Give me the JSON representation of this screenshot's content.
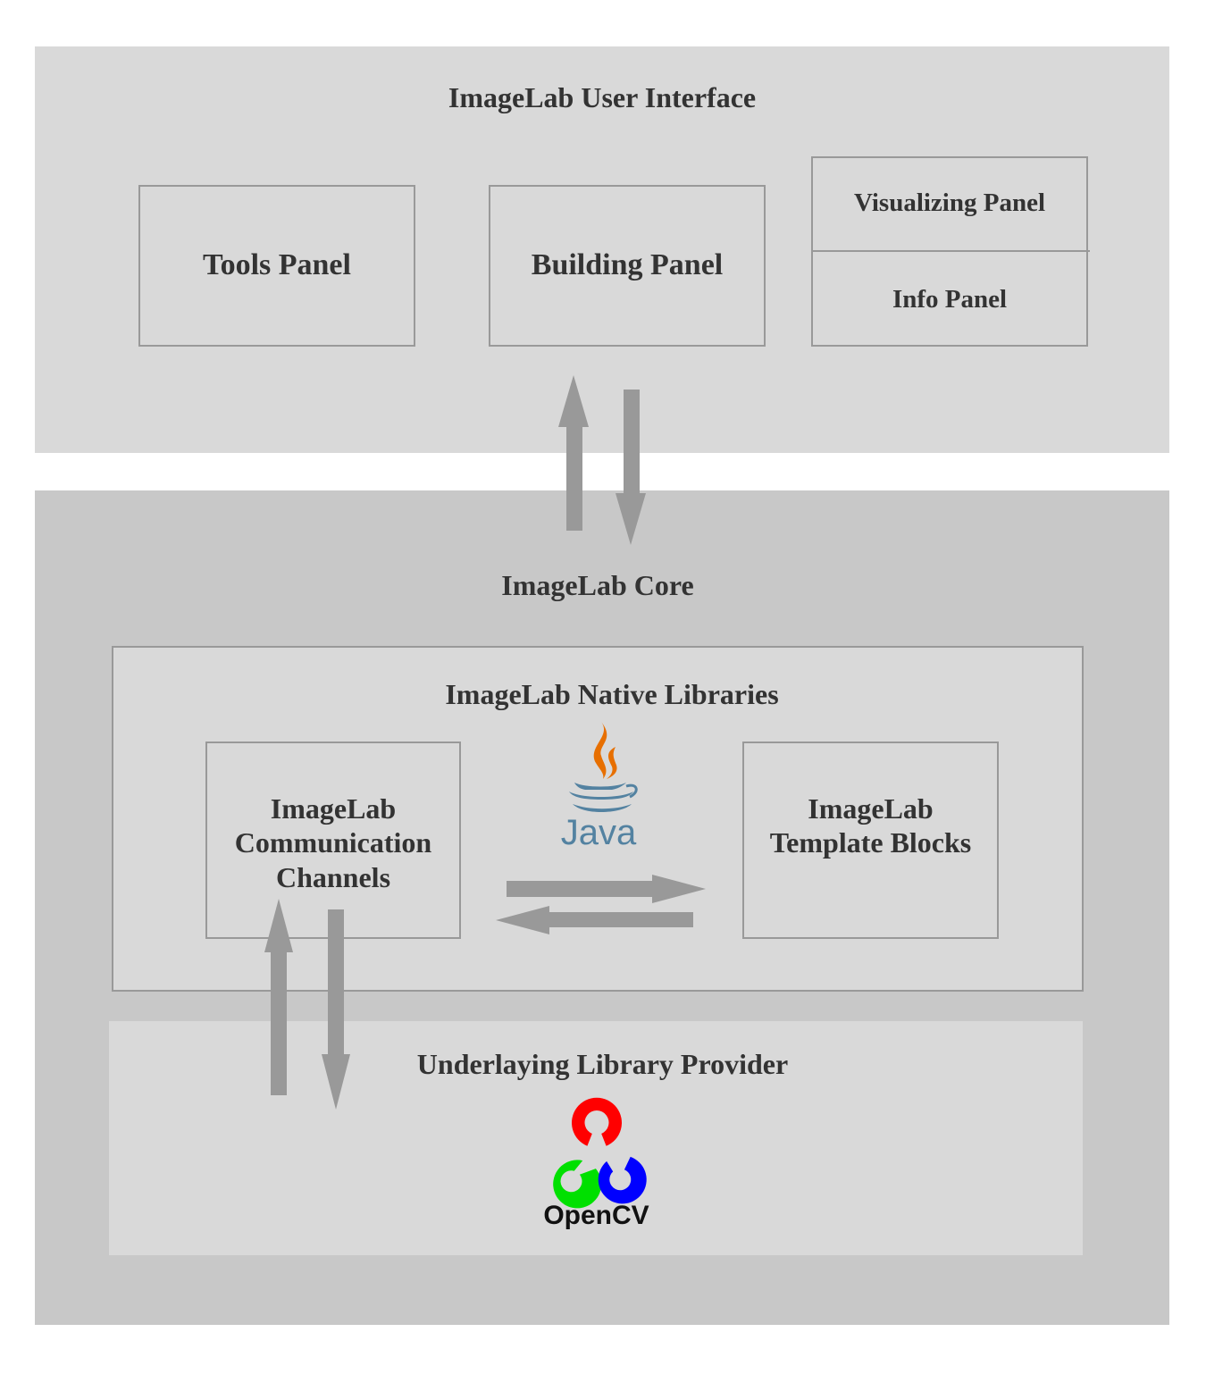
{
  "ui": {
    "title": "ImageLab User Interface",
    "tools_panel": "Tools Panel",
    "building_panel": "Building Panel",
    "visualizing_panel": "Visualizing Panel",
    "info_panel": "Info Panel"
  },
  "core": {
    "title": "ImageLab Core",
    "native_libraries": {
      "title": "ImageLab Native Libraries",
      "communication_channels": "ImageLab\nCommunication\nChannels",
      "template_blocks": "ImageLab\nTemplate Blocks",
      "logo_text": "Java"
    },
    "provider": {
      "title": "Underlaying Library Provider",
      "logo_text": "OpenCV"
    }
  },
  "colors": {
    "arrow": "#999999",
    "border": "#999999",
    "java_orange": "#e76f00",
    "java_blue": "#5382a1",
    "opencv_red": "#ff0000",
    "opencv_green": "#00e000",
    "opencv_blue": "#0000ff"
  }
}
